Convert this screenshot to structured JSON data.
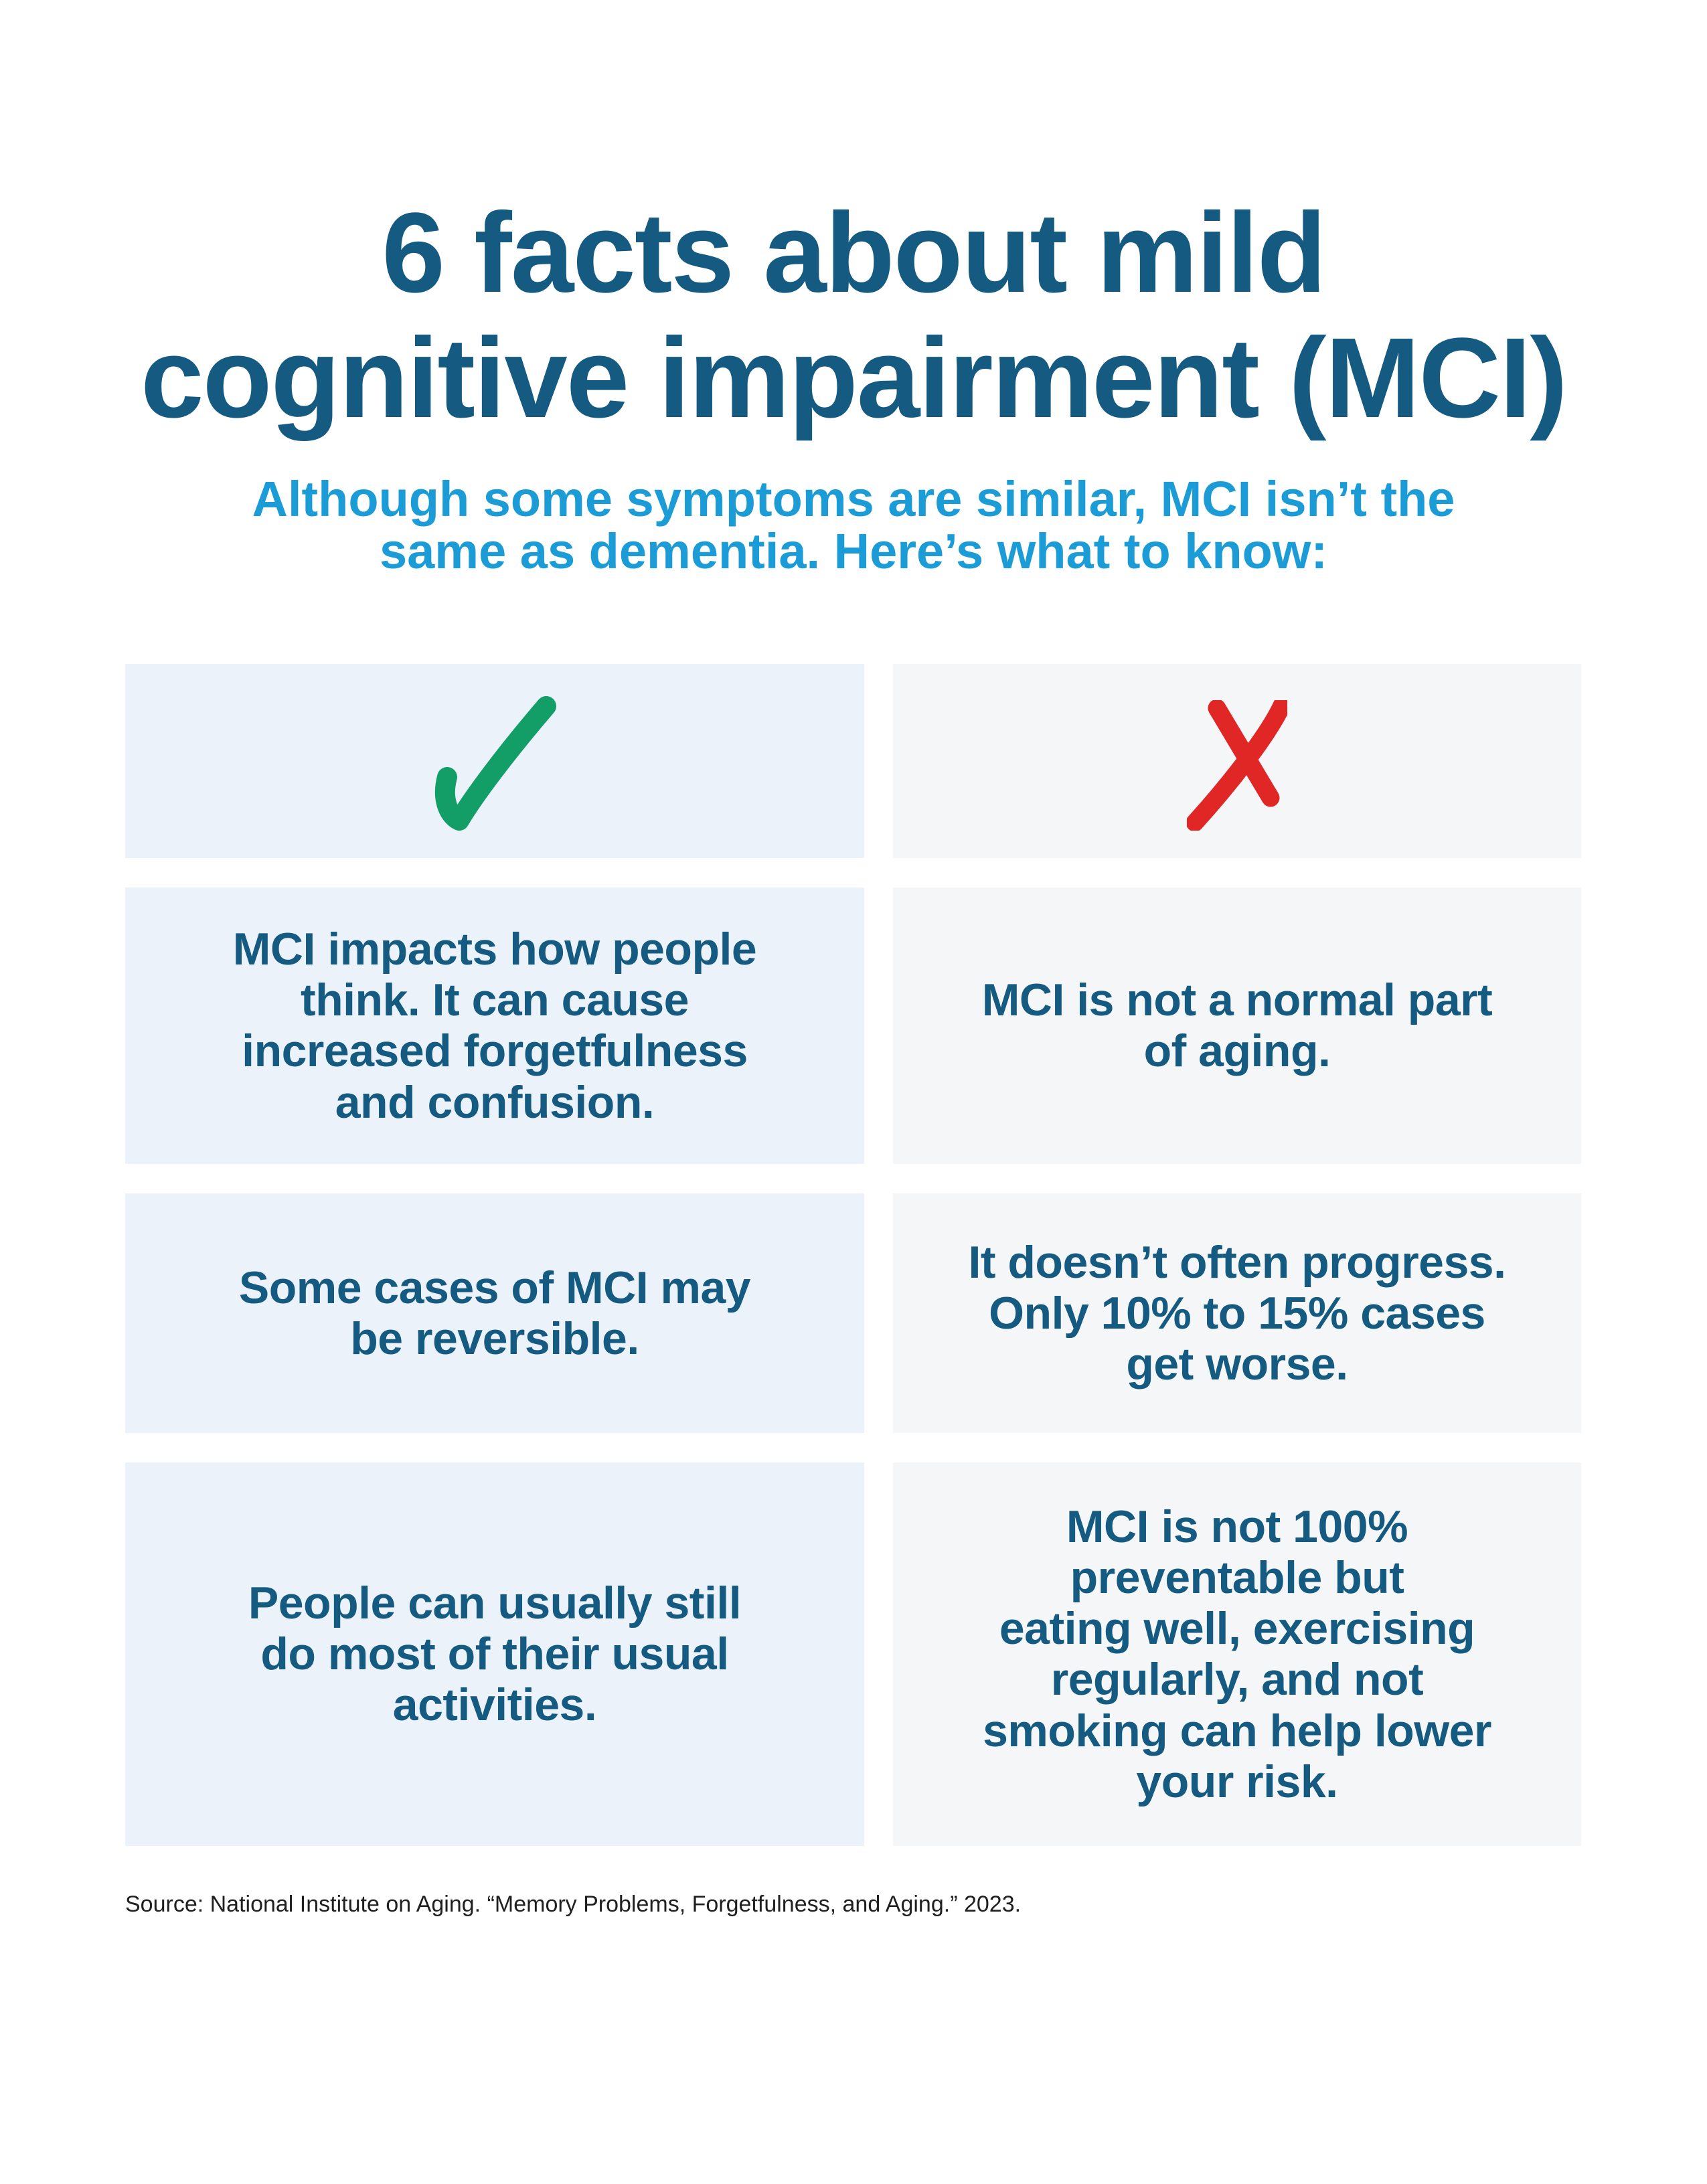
{
  "page": {
    "title": "6 facts about mild\ncognitive impairment (MCI)",
    "subtitle": "Although some symptoms are similar, MCI isn’t the\nsame as dementia. Here’s what to know:",
    "source": "Source: National Institute on Aging. “Memory Problems, Forgetfulness, and Aging.” 2023."
  },
  "comparison": {
    "facts_column": {
      "header_icon": "check-icon",
      "items": [
        "MCI impacts how people\nthink. It can cause\nincreased forgetfulness\nand confusion.",
        "Some cases of MCI may\nbe reversible.",
        "People can usually still\ndo most of their usual\nactivities."
      ]
    },
    "myths_column": {
      "header_icon": "x-icon",
      "items": [
        "MCI is not a normal part\nof aging.",
        "It doesn’t often progress.\nOnly 10% to 15% cases\nget worse.",
        "MCI is not 100%\npreventable but\neating well, exercising\nregularly, and not\nsmoking can help lower\nyour risk."
      ]
    }
  },
  "colors": {
    "title_text": "#155A80",
    "subtitle_text": "#1B9CD7",
    "card_text": "#155A80",
    "check_green": "#129E66",
    "x_red": "#E12726",
    "facts_card_bg": "#EBF2FA",
    "myths_card_bg": "#F5F6F7"
  }
}
